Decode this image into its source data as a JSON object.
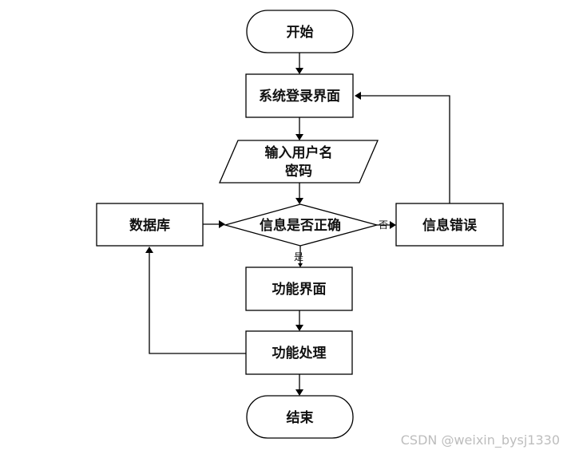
{
  "nodes": {
    "start": "开始",
    "login": "系统登录界面",
    "input_line1": "输入用户名",
    "input_line2": "密码",
    "check": "信息是否正确",
    "database": "数据库",
    "error": "信息错误",
    "function_ui": "功能界面",
    "function_proc": "功能处理",
    "end": "结束"
  },
  "edges": {
    "yes": "是",
    "no": "否"
  },
  "watermark": "CSDN @weixin_bysj1330"
}
